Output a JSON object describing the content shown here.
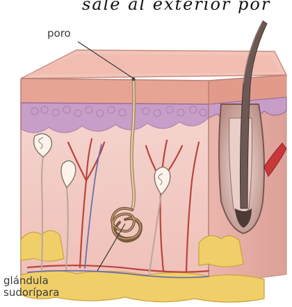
{
  "caption": "sale al exterior por",
  "labels": {
    "pore": "poro",
    "gland_line1": "glándula",
    "gland_line2": "sudorípara"
  },
  "colors": {
    "epidermis": "#e9a79a",
    "epidermis_top": "#f2c3b6",
    "papillary_layer": "#c9a0c8",
    "dermis": "#f3ccc6",
    "fat": "#f1d16a",
    "blood_vessel": "#b8453d",
    "hair": "#5d4a45",
    "nerve": "#bfa89c"
  }
}
